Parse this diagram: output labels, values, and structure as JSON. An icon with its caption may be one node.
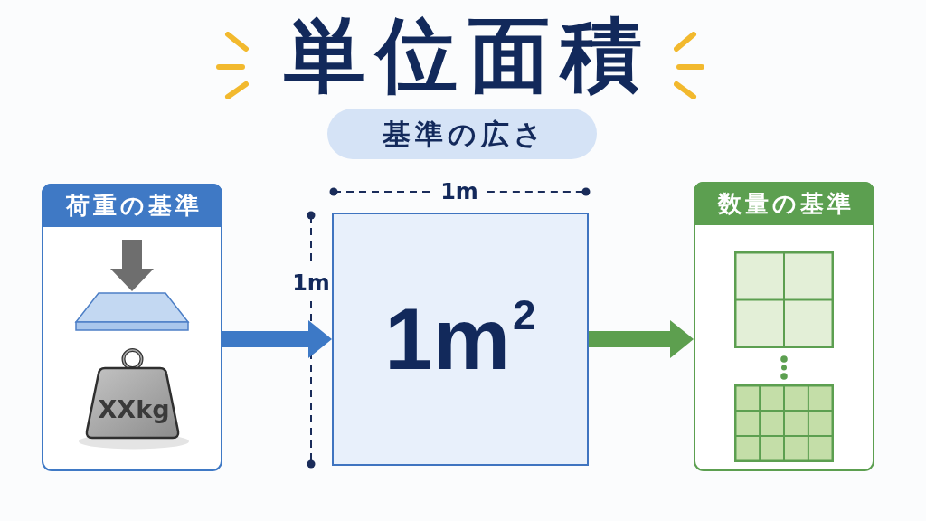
{
  "diagram": {
    "title": "単位面積",
    "nodes": [
      {
        "text": [
          "基準の広さ"
        ]
      },
      {
        "text": [
          "荷重の基準"
        ]
      },
      {
        "text": [
          "XXkg"
        ],
        "in": 1
      },
      {
        "text": [
          "1m$^{2}$"
        ]
      },
      {
        "text": [
          "数量の基準"
        ]
      }
    ],
    "edges": [
      {
        "from": 1,
        "to": 3,
        "arrow": "to",
        "color": "#3d79c6"
      },
      {
        "from": 3,
        "to": 4,
        "arrow": "to",
        "color": "#5d9f4f"
      }
    ],
    "labels": [
      "1m",
      "1m"
    ]
  }
}
